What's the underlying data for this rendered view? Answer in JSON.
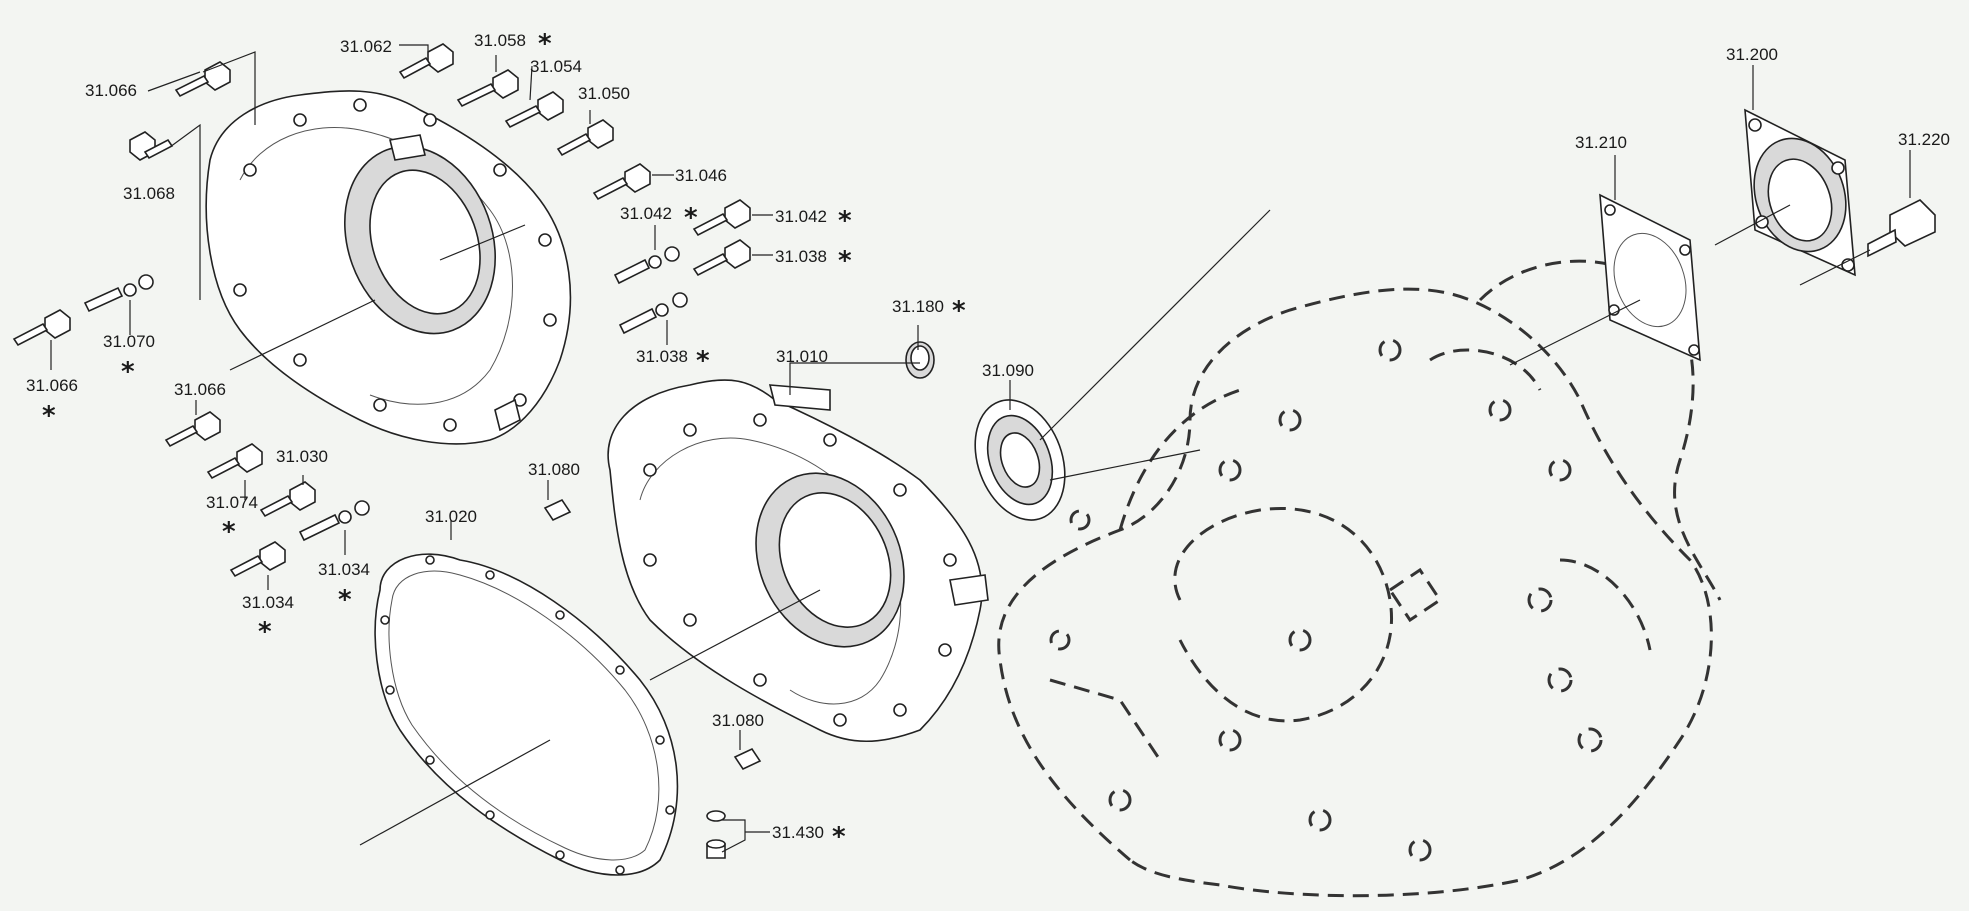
{
  "callouts": {
    "p31_062": "31.062",
    "p31_058": "31.058",
    "p31_054": "31.054",
    "p31_050": "31.050",
    "p31_066_top": "31.066",
    "p31_068": "31.068",
    "p31_046": "31.046",
    "p31_042_a": "31.042",
    "p31_042_b": "31.042",
    "p31_038_a": "31.038",
    "p31_038_b": "31.038",
    "p31_070": "31.070",
    "p31_066_left": "31.066",
    "p31_066_mid": "31.066",
    "p31_030": "31.030",
    "p31_074": "31.074",
    "p31_034_a": "31.034",
    "p31_034_b": "31.034",
    "p31_020": "31.020",
    "p31_080_a": "31.080",
    "p31_080_b": "31.080",
    "p31_010": "31.010",
    "p31_180": "31.180",
    "p31_090": "31.090",
    "p31_430": "31.430",
    "p31_210": "31.210",
    "p31_200": "31.200",
    "p31_220": "31.220"
  },
  "marker": "*"
}
